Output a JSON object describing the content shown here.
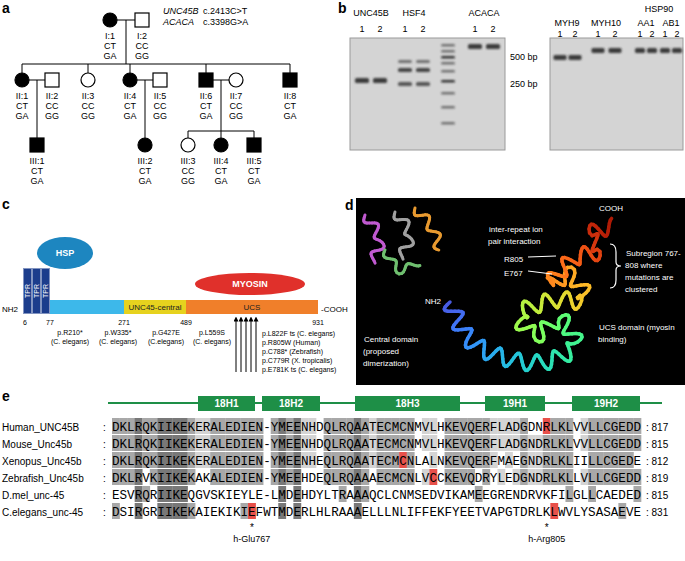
{
  "diagram": {
    "nodes": [
      {
        "text": [
          "TPR"
        ]
      },
      {
        "text": [
          "TPR"
        ]
      },
      {
        "text": [
          "TPR"
        ]
      },
      {
        "text": [
          "HSP"
        ]
      },
      {
        "text": [
          "UNC45-central"
        ]
      },
      {
        "text": [
          "MYOSIN"
        ]
      },
      {
        "text": [
          "UCS"
        ]
      },
      {
        "text": [
          "18H1"
        ]
      },
      {
        "text": [
          "18H2"
        ]
      },
      {
        "text": [
          "18H3"
        ]
      },
      {
        "text": [
          "19H1"
        ]
      },
      {
        "text": [
          "19H2"
        ]
      }
    ],
    "labels": [
      "a",
      "UNC45B",
      "c.2413C>T",
      "ACACA",
      "c.3398G>A",
      "I:1",
      "CT",
      "GA",
      "I:2",
      "CC",
      "GG",
      "II:1",
      "CT",
      "GA",
      "II:2",
      "CC",
      "GG",
      "II:3",
      "CC",
      "GG",
      "II:4",
      "CT",
      "GA",
      "II:5",
      "CC",
      "GG",
      "II:6",
      "CT",
      "GA",
      "II:7",
      "CC",
      "GG",
      "II:8",
      "CT",
      "GA",
      "III:1",
      "CT",
      "GA",
      "III:2",
      "CT",
      "GA",
      "III:3",
      "CC",
      "GG",
      "III:4",
      "CT",
      "GA",
      "III:5",
      "CT",
      "GA",
      "b",
      "UNC45B",
      "HSF4",
      "ACACA",
      "1",
      "2",
      "1",
      "2",
      "1",
      "2",
      "500 bp",
      "250 bp",
      "MYH9",
      "MYH10",
      "HSP90",
      "AA1",
      "AB1",
      "1",
      "2",
      "1",
      "2",
      "1",
      "2",
      "1",
      "2",
      "c",
      "NH2",
      "-COOH",
      "6",
      "77",
      "271",
      "489",
      "931",
      "p.R210*",
      "(C. elegans)",
      "p.W335*",
      "(C. elegans)",
      "p.G427E",
      "(C.elegans)",
      "p.L559S",
      "(C. elegans)",
      "p.L822F ts (C. elegans)",
      "p.R805W (Human)",
      "p.C788* (Zebrafish)",
      "p.C779R (X. tropicalis)",
      "p.E781K ts (C. elegans)",
      "d",
      "COOH",
      "inter-repeat ion pair interaction",
      "R805",
      "E767",
      "Subregion 767-808 where mutations are clustered",
      "NH2",
      "UCS domain (myosin binding)",
      "Central domain (proposed dimerization)",
      "e",
      "Human_UNC45B",
      ":",
      "DKLRQKIIKEKERALEDIEN-YMEENHDQLRQAATECMCNMVLHKEVQERFLADGDNRLKLVVLLCGEDD",
      ": 817",
      "Mouse_Unc45b",
      ":",
      "DKLRQKIIKEKERALEDIEN-YMEENHDQLRQAATECMCNMVLHKEVQERFLADGNDRLKLVVLLCGEDD",
      ": 815",
      "Xenopus_Unc45b",
      ":",
      "DKLRQKIIKEKERALEDIEN-YMEENHEQLRQAATECMCNLALNKEVQERFMAEGNDRLKLIILLCGEDE",
      ": 812",
      "Zebrafish_Unc45b",
      ":",
      "DKLRVKIIKEKAKALEDIEN-YMEEHDEQLRQAAAECMCNLVCCKEVQDRYLEDGNDRLKLLVLLCGEDD",
      ": 819",
      "D.mel_unc-45",
      ":",
      "ESVRQRIIKEQGVSKIEYLE-LMDEHDYLTRAAAQCLCNMSEDVIKAMEEGRENDRVKFILGLLCAEDED",
      ": 815",
      "C.elegans_unc-45",
      ":",
      "DSIRGRIIKEKAIEKIKIEFWTMDERLHLRAAAELLLNLIFFEKFYEETVAPGTDRLKLWVLYSASAEVE",
      ": 831",
      "*",
      "*",
      "h-Glu767",
      "h-Arg805"
    ]
  }
}
